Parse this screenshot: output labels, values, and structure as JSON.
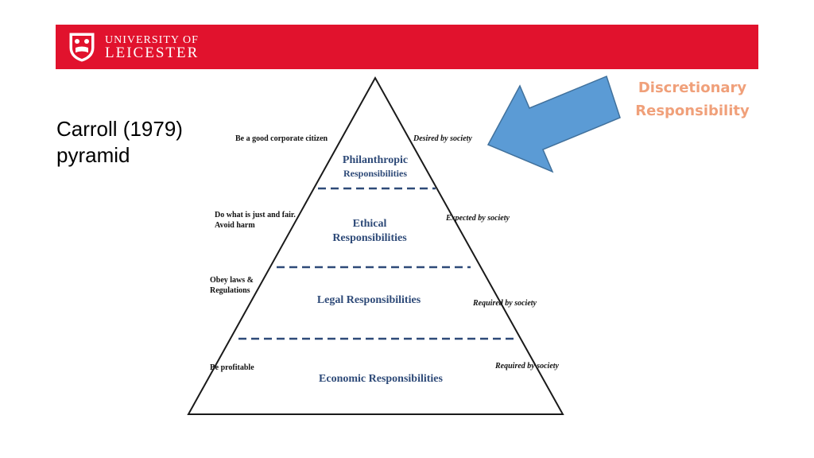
{
  "header": {
    "brand_color": "#e1122d",
    "logo_line1": "UNIVERSITY OF",
    "logo_line2": "LEICESTER"
  },
  "title": {
    "line1": "Carroll (1979)",
    "line2": "pyramid"
  },
  "callout": {
    "line1": "Discretionary",
    "line2": "Responsibility",
    "text_color": "#f0a07a",
    "arrow_color": "#5b9bd5"
  },
  "pyramid": {
    "label_color": "#2e4a78",
    "levels": [
      {
        "name_lines": [
          "Philanthropic",
          "Responsibilities"
        ],
        "left_lines": [
          "Be a good corporate citizen"
        ],
        "right": "Desired by society"
      },
      {
        "name_lines": [
          "Ethical",
          "Responsibilities"
        ],
        "left_lines": [
          "Do what is just and fair.",
          "Avoid harm"
        ],
        "right": "Expected by society"
      },
      {
        "name_lines": [
          "Legal Responsibilities"
        ],
        "left_lines": [
          "Obey laws &",
          "Regulations"
        ],
        "right": "Required by society"
      },
      {
        "name_lines": [
          "Economic Responsibilities"
        ],
        "left_lines": [
          "Be profitable"
        ],
        "right": "Required by society"
      }
    ]
  }
}
